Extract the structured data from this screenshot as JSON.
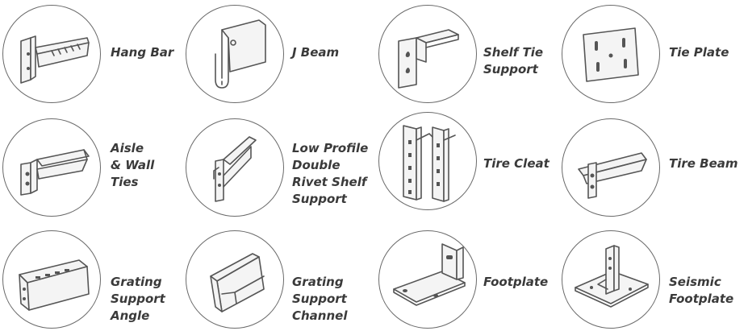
{
  "items": [
    {
      "name": "hang-bar",
      "lines": [
        "Hang Bar"
      ],
      "icon": "hang-bar-icon"
    },
    {
      "name": "j-beam",
      "lines": [
        "J Beam"
      ],
      "icon": "j-beam-icon"
    },
    {
      "name": "shelf-tie-support",
      "lines": [
        "Shelf Tie",
        "Support"
      ],
      "icon": "shelf-tie-support-icon"
    },
    {
      "name": "tie-plate",
      "lines": [
        "Tie Plate"
      ],
      "icon": "tie-plate-icon"
    },
    {
      "name": "aisle-wall-ties",
      "lines": [
        "Aisle",
        "& Wall",
        "Ties"
      ],
      "icon": "aisle-wall-ties-icon"
    },
    {
      "name": "low-profile-double-rivet-shelf-support",
      "lines": [
        "Low Profile",
        "Double",
        "Rivet Shelf",
        "Support"
      ],
      "icon": "low-profile-double-rivet-shelf-support-icon"
    },
    {
      "name": "tire-cleat",
      "lines": [
        "Tire Cleat"
      ],
      "icon": "tire-cleat-icon"
    },
    {
      "name": "tire-beam",
      "lines": [
        "Tire Beam"
      ],
      "icon": "tire-beam-icon"
    },
    {
      "name": "grating-support-angle",
      "lines": [
        "Grating",
        "Support",
        "Angle"
      ],
      "icon": "grating-support-angle-icon"
    },
    {
      "name": "grating-support-channel",
      "lines": [
        "Grating",
        "Support",
        "Channel"
      ],
      "icon": "grating-support-channel-icon"
    },
    {
      "name": "footplate",
      "lines": [
        "Footplate"
      ],
      "icon": "footplate-icon"
    },
    {
      "name": "seismic-footplate",
      "lines": [
        "Seismic",
        "Footplate"
      ],
      "icon": "seismic-footplate-icon"
    }
  ],
  "colors": {
    "stroke": "#555555",
    "text": "#3a3a3a",
    "circle": "#6a6a6a"
  }
}
